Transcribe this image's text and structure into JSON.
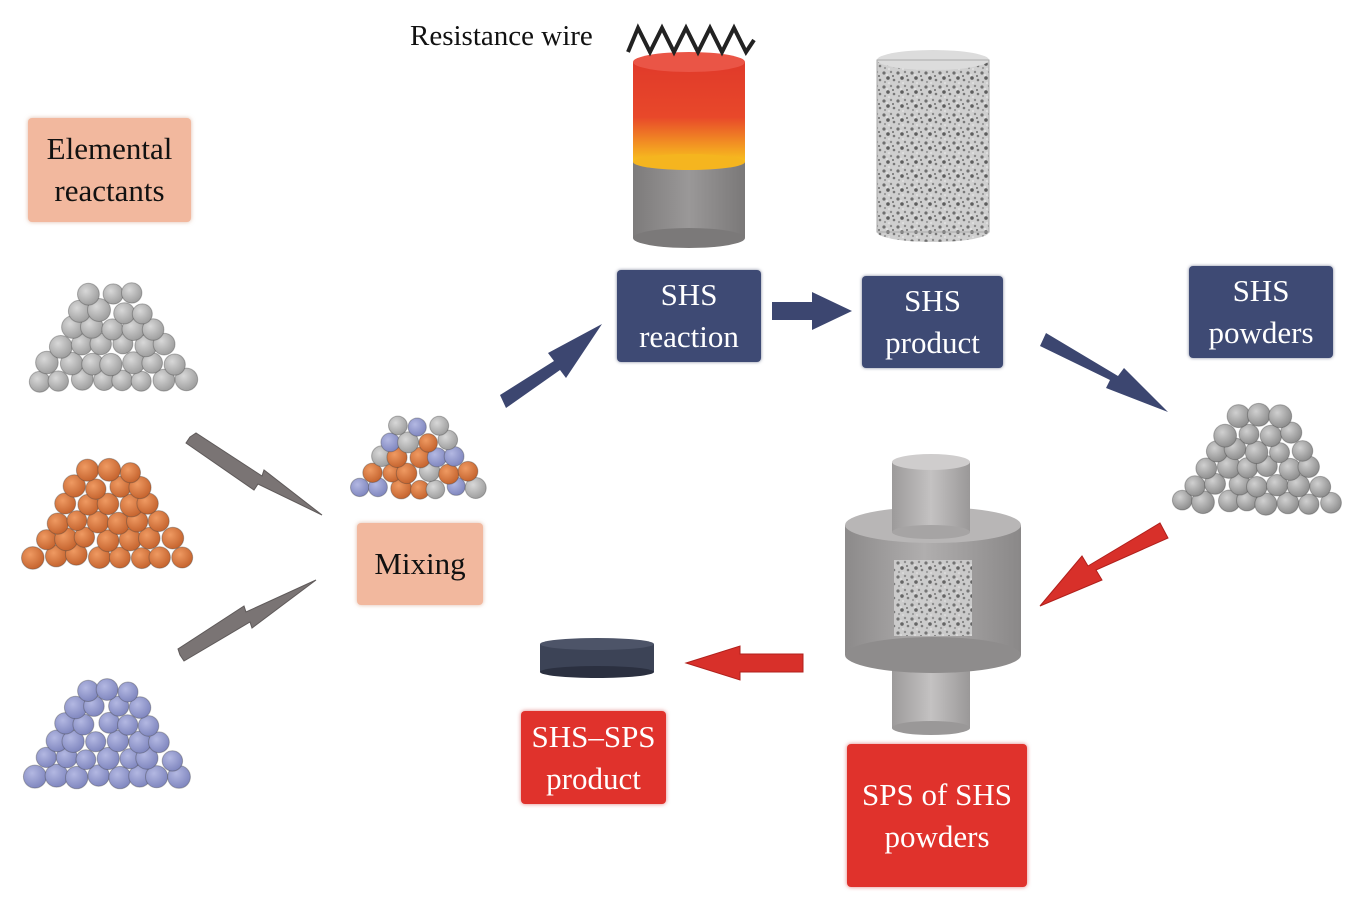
{
  "labels": {
    "resistance_wire": "Resistance wire",
    "elemental_line1": "Elemental",
    "elemental_line2": "reactants",
    "mixing": "Mixing",
    "shs_reaction_line1": "SHS",
    "shs_reaction_line2": "reaction",
    "shs_product_line1": "SHS",
    "shs_product_line2": "product",
    "shs_powders_line1": "SHS",
    "shs_powders_line2": "powders",
    "sps_line1": "SPS of SHS",
    "sps_line2": "powders",
    "shs_sps_line1": "SHS–SPS",
    "shs_sps_line2": "product"
  },
  "colors": {
    "navy_box": "#3e4a74",
    "red_box": "#e0322c",
    "peach_box": "#f2b89e",
    "grey_particle": "#a8a8a8",
    "orange_particle": "#d9793f",
    "blue_particle": "#8e95c8",
    "navy_arrow": "#3c4670",
    "red_arrow": "#d8302a",
    "grey_arrow": "#7a7474"
  }
}
